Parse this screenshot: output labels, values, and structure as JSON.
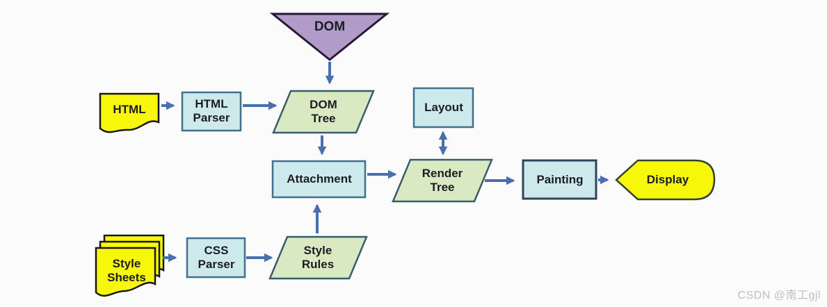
{
  "diagram": {
    "nodes": {
      "dom": {
        "label": "DOM",
        "shape": "inverted-triangle"
      },
      "html": {
        "label": "HTML",
        "shape": "document"
      },
      "html_parser": {
        "label": "HTML\nParser",
        "shape": "rectangle"
      },
      "dom_tree": {
        "label": "DOM\nTree",
        "shape": "parallelogram"
      },
      "layout": {
        "label": "Layout",
        "shape": "rectangle"
      },
      "attachment": {
        "label": "Attachment",
        "shape": "rectangle"
      },
      "render_tree": {
        "label": "Render\nTree",
        "shape": "parallelogram"
      },
      "painting": {
        "label": "Painting",
        "shape": "rectangle"
      },
      "display": {
        "label": "Display",
        "shape": "tag"
      },
      "style_sheets": {
        "label": "Style\nSheets",
        "shape": "document-stack"
      },
      "css_parser": {
        "label": "CSS\nParser",
        "shape": "rectangle"
      },
      "style_rules": {
        "label": "Style\nRules",
        "shape": "parallelogram"
      }
    },
    "edges": [
      {
        "from": "DOM",
        "to": "DOM Tree",
        "bidirectional": false
      },
      {
        "from": "HTML",
        "to": "HTML Parser",
        "bidirectional": false
      },
      {
        "from": "HTML Parser",
        "to": "DOM Tree",
        "bidirectional": false
      },
      {
        "from": "DOM Tree",
        "to": "Attachment",
        "bidirectional": false
      },
      {
        "from": "Layout",
        "to": "Render Tree",
        "bidirectional": true
      },
      {
        "from": "Attachment",
        "to": "Render Tree",
        "bidirectional": false
      },
      {
        "from": "Render Tree",
        "to": "Painting",
        "bidirectional": false
      },
      {
        "from": "Painting",
        "to": "Display",
        "bidirectional": false
      },
      {
        "from": "Style Sheets",
        "to": "CSS Parser",
        "bidirectional": false
      },
      {
        "from": "CSS Parser",
        "to": "Style Rules",
        "bidirectional": false
      },
      {
        "from": "Style Rules",
        "to": "Attachment",
        "bidirectional": false
      }
    ],
    "colors": {
      "arrow": "#4a6fae",
      "rect_fill": "#cde9ec",
      "rect_border": "#41708e",
      "parallelogram_fill": "#d9e9c1",
      "parallelogram_border": "#3b5b6b",
      "yellow_fill": "#f7f70a",
      "yellow_border": "#181818",
      "triangle_fill": "#b19cc9",
      "triangle_border": "#241a35",
      "background": "#fbfbfb"
    }
  },
  "watermark": "CSDN @南工gjl"
}
